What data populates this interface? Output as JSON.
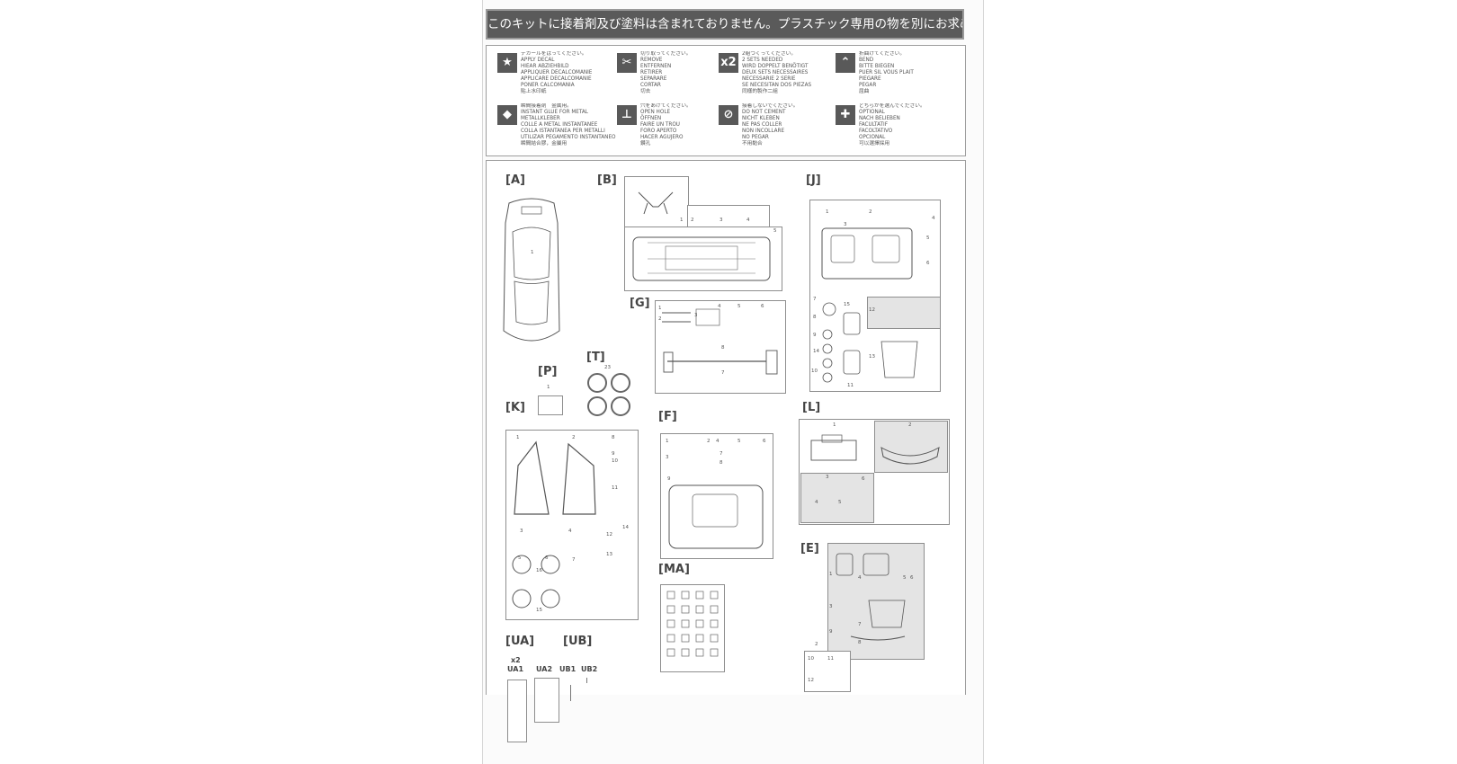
{
  "banner": "このキットに接着剤及び塗料は含まれておりません。プラスチック専用の物を別にお求め下さい。",
  "legend": [
    {
      "icon": "star-icon",
      "glyph": "★",
      "lines": [
        "デカールをはってください。",
        "APPLY DECAL",
        "HIEAR ABZIEHBILD",
        "APPLIQUER DECALCOMANIE",
        "APPLICARE DECALCOMANIE",
        "PONER CALCOMANIA",
        "貼上水印紙"
      ]
    },
    {
      "icon": "cut-icon",
      "glyph": "✂",
      "lines": [
        "切り取ってください。",
        "REMOVE",
        "ENTFERNEN",
        "RETIRER",
        "SEPARARE",
        "CORTAR",
        "切去"
      ]
    },
    {
      "icon": "x2-icon",
      "glyph": "x2",
      "lines": [
        "2組つくってください。",
        "2 SETS NEEDED",
        "WIRD DOPPELT BENÖTIGT",
        "DEUX SETS NECESSAIRES",
        "NECESSARIE 2 SERIE",
        "SE NECESITAN DOS PIEZAS",
        "同樣的製作二組"
      ]
    },
    {
      "icon": "bend-icon",
      "glyph": "⌃",
      "lines": [
        "折曲げてください。",
        "BEND",
        "BITTE BIEGEN",
        "PUER SIL VOUS PLAIT",
        "PIEGARE",
        "PEGAR",
        "屈曲"
      ]
    },
    {
      "icon": "glue-icon",
      "glyph": "◆",
      "lines": [
        "瞬間接着剤　金属用。",
        "INSTANT GLUE FOR METAL",
        "METALLKLEBER",
        "COLLE A METAL INSTANTANEE",
        "COLLA ISTANTANEA PER METALLI",
        "UTILIZAR PEGAMENTO INSTANTANEO",
        "瞬間結合膠，金屬用"
      ]
    },
    {
      "icon": "drill-icon",
      "glyph": "⊥",
      "lines": [
        "穴をあけてください。",
        "OPEN HOLE",
        "ÖFFNEN",
        "FAIRE UN TROU",
        "FORO APERTO",
        "HACER AGUJERO",
        "鑽孔"
      ]
    },
    {
      "icon": "no-cement-icon",
      "glyph": "⊘",
      "lines": [
        "接着しないでください。",
        "DO NOT CEMENT",
        "NICHT KLEBEN",
        "NE PAS COLLER",
        "NON INCOLLARE",
        "NO PEGAR",
        "不用黏合"
      ]
    },
    {
      "icon": "optional-icon",
      "glyph": "✚",
      "lines": [
        "どちらかを選んでください。",
        "OPTIONAL",
        "NACH BELIEBEN",
        "FACULTATIF",
        "FACOLTATIVO",
        "OPCIONAL",
        "可以選擇採用"
      ]
    }
  ],
  "runners": {
    "A": "[A]",
    "B": "[B]",
    "J": "[J]",
    "G": "[G]",
    "T": "[T]",
    "P": "[P]",
    "K": "[K]",
    "F": "[F]",
    "L": "[L]",
    "E": "[E]",
    "MA": "[MA]",
    "UA": "[UA]",
    "UB": "[UB]"
  },
  "numbers": {
    "a1": "1",
    "b1": "1",
    "b2": "2",
    "b3": "3",
    "b4": "4",
    "b5": "5",
    "j1": "1",
    "j2": "2",
    "j3": "3",
    "j4": "4",
    "j5": "5",
    "j6": "6",
    "j7": "7",
    "j8": "8",
    "j9": "9",
    "j10": "10",
    "j11": "11",
    "j12": "12",
    "j13": "13",
    "j14": "14",
    "j15": "15",
    "g1": "1",
    "g2": "2",
    "g3": "3",
    "g4": "4",
    "g5": "5",
    "g6": "6",
    "g7": "7",
    "g8": "8",
    "t23": "23",
    "p1": "1",
    "k1": "1",
    "k2": "2",
    "k3": "3",
    "k4": "4",
    "k5": "5",
    "k6": "6",
    "k7": "7",
    "k8": "8",
    "k9": "9",
    "k10": "10",
    "k11": "11",
    "k12": "12",
    "k13": "13",
    "k14": "14",
    "k15": "15",
    "k16": "16",
    "f1": "1",
    "f2": "2",
    "f3": "3",
    "f4": "4",
    "f5": "5",
    "f6": "6",
    "f7": "7",
    "f8": "8",
    "f9": "9",
    "l1": "1",
    "l2": "2",
    "l3": "3",
    "l4": "4",
    "l5": "5",
    "l6": "6",
    "e1": "1",
    "e2": "2",
    "e3": "3",
    "e4": "4",
    "e5": "5",
    "e6": "6",
    "e7": "7",
    "e8": "8",
    "e9": "9",
    "e10": "10",
    "e11": "11",
    "e12": "12"
  },
  "ua_labels": {
    "x2": "x2",
    "ua1": "UA1",
    "ua2": "UA2",
    "ub1": "UB1",
    "ub2": "UB2"
  }
}
